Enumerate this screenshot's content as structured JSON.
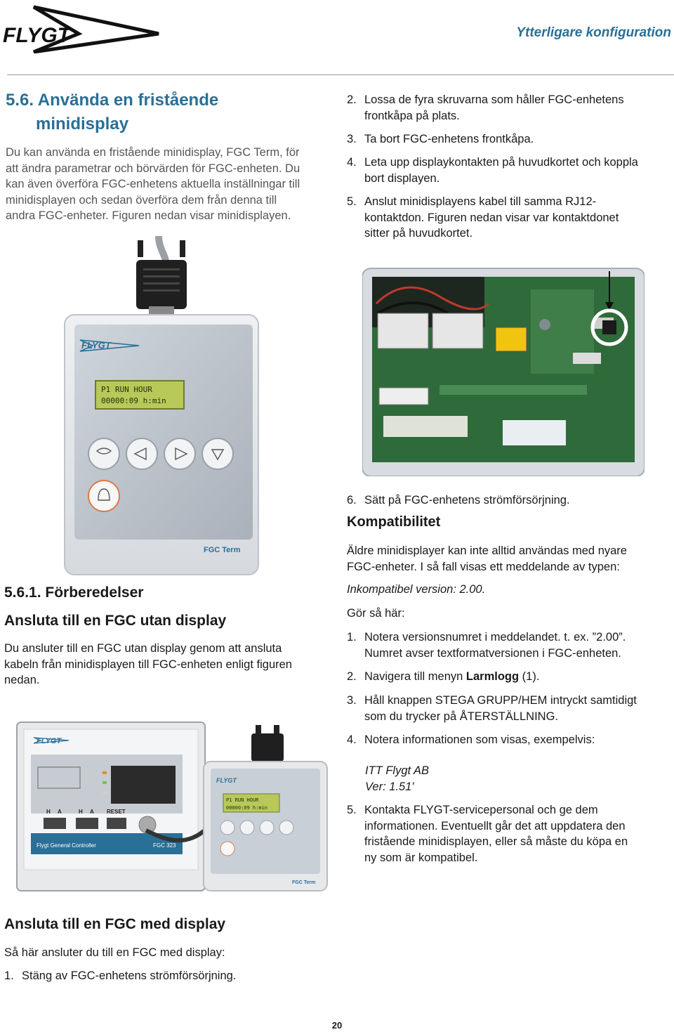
{
  "header": {
    "brand": "FLYGT",
    "title": "Ytterligare konfiguration"
  },
  "s56": {
    "heading": "5.6. Använda en fristående minidisplay",
    "heading_l1": "5.6. Använda en fristående",
    "heading_l2": "minidisplay",
    "intro_lines": [
      "Du kan använda en fristående minidisplay, FGC Term, för",
      "att ändra parametrar och börvärden för FGC-enheten. Du",
      "kan även överföra FGC-enhetens aktuella inställningar till",
      "minidisplayen och sedan överföra dem från denna till",
      "andra FGC-enheter. Figuren nedan visar minidisplayen."
    ]
  },
  "device": {
    "brand": "FLYGT",
    "lcd_line1": "P1 RUN HOUR",
    "lcd_line2": "00000:09 h:min",
    "label": "FGC Term"
  },
  "right_steps": [
    {
      "n": "2.",
      "lines": [
        "Lossa de fyra skruvarna som håller FGC-enhetens",
        "frontkåpa på plats."
      ]
    },
    {
      "n": "3.",
      "lines": [
        "Ta bort FGC-enhetens frontkåpa."
      ]
    },
    {
      "n": "4.",
      "lines": [
        "Leta upp displaykontakten på huvudkortet och koppla",
        "bort displayen."
      ]
    },
    {
      "n": "5.",
      "lines": [
        "Anslut minidisplayens kabel till samma RJ12-",
        "kontaktdon. Figuren nedan visar var kontaktdonet",
        "sitter på huvudkortet."
      ]
    }
  ],
  "step6": {
    "n": "6.",
    "text": "Sätt på FGC-enhetens strömförsörjning."
  },
  "kompat": {
    "heading": "Kompatibilitet",
    "intro_lines": [
      "Äldre minidisplayer kan inte alltid användas med nyare",
      "FGC-enheter. I så fall visas ett meddelande av typen:"
    ],
    "message": "Inkompatibel version: 2.00.",
    "how": "Gör så här:",
    "steps": [
      {
        "n": "1.",
        "lines": [
          "Notera versionsnumret i meddelandet. t. ex. ”2.00”.",
          "Numret avser textformatversionen i FGC-enheten."
        ]
      },
      {
        "n": "2.",
        "pre": "Navigera till menyn ",
        "bold": "Larmlogg",
        "post": " (1)."
      },
      {
        "n": "3.",
        "lines": [
          "Håll knappen STEGA GRUPP/HEM intryckt samtidigt",
          "som du trycker på ÅTERSTÄLLNING."
        ]
      },
      {
        "n": "4.",
        "lines": [
          "Notera informationen som visas, exempelvis:"
        ]
      },
      {
        "n": "5.",
        "lines": [
          "Kontakta FLYGT-servicepersonal och ge dem",
          "informationen. Eventuellt går det att uppdatera den",
          "fristående minidisplayen, eller så måste du köpa en",
          "ny som är kompatibel."
        ]
      }
    ],
    "example_lines": [
      "ITT Flygt AB",
      "Ver: 1.51'"
    ]
  },
  "s561": {
    "heading": "5.6.1. Förberedelser",
    "subheading": "Ansluta till en FGC utan display",
    "text_lines": [
      "Du ansluter till en FGC utan display genom att ansluta",
      "kabeln från minidisplayen till FGC-enheten enligt figuren",
      "nedan."
    ]
  },
  "controller": {
    "brand": "FLYGT",
    "btn_labels": [
      "H",
      "A",
      "H",
      "A",
      "RESET"
    ],
    "footer_text": "Flygt General Controller",
    "model": "FGC 323",
    "mini_lcd1": "P1 RUN HOUR",
    "mini_lcd2": "00000:09 h:min",
    "mini_label": "FGC Term"
  },
  "with_display": {
    "heading": "Ansluta till en FGC med display",
    "intro": "Så här ansluter du till en FGC med display:",
    "step1": {
      "n": "1.",
      "text": "Stäng av FGC-enhetens strömförsörjning."
    }
  },
  "page_number": "20",
  "colors": {
    "accent": "#2a6f96",
    "lcd": "#b8c95a",
    "panel": "#d9dde2"
  }
}
